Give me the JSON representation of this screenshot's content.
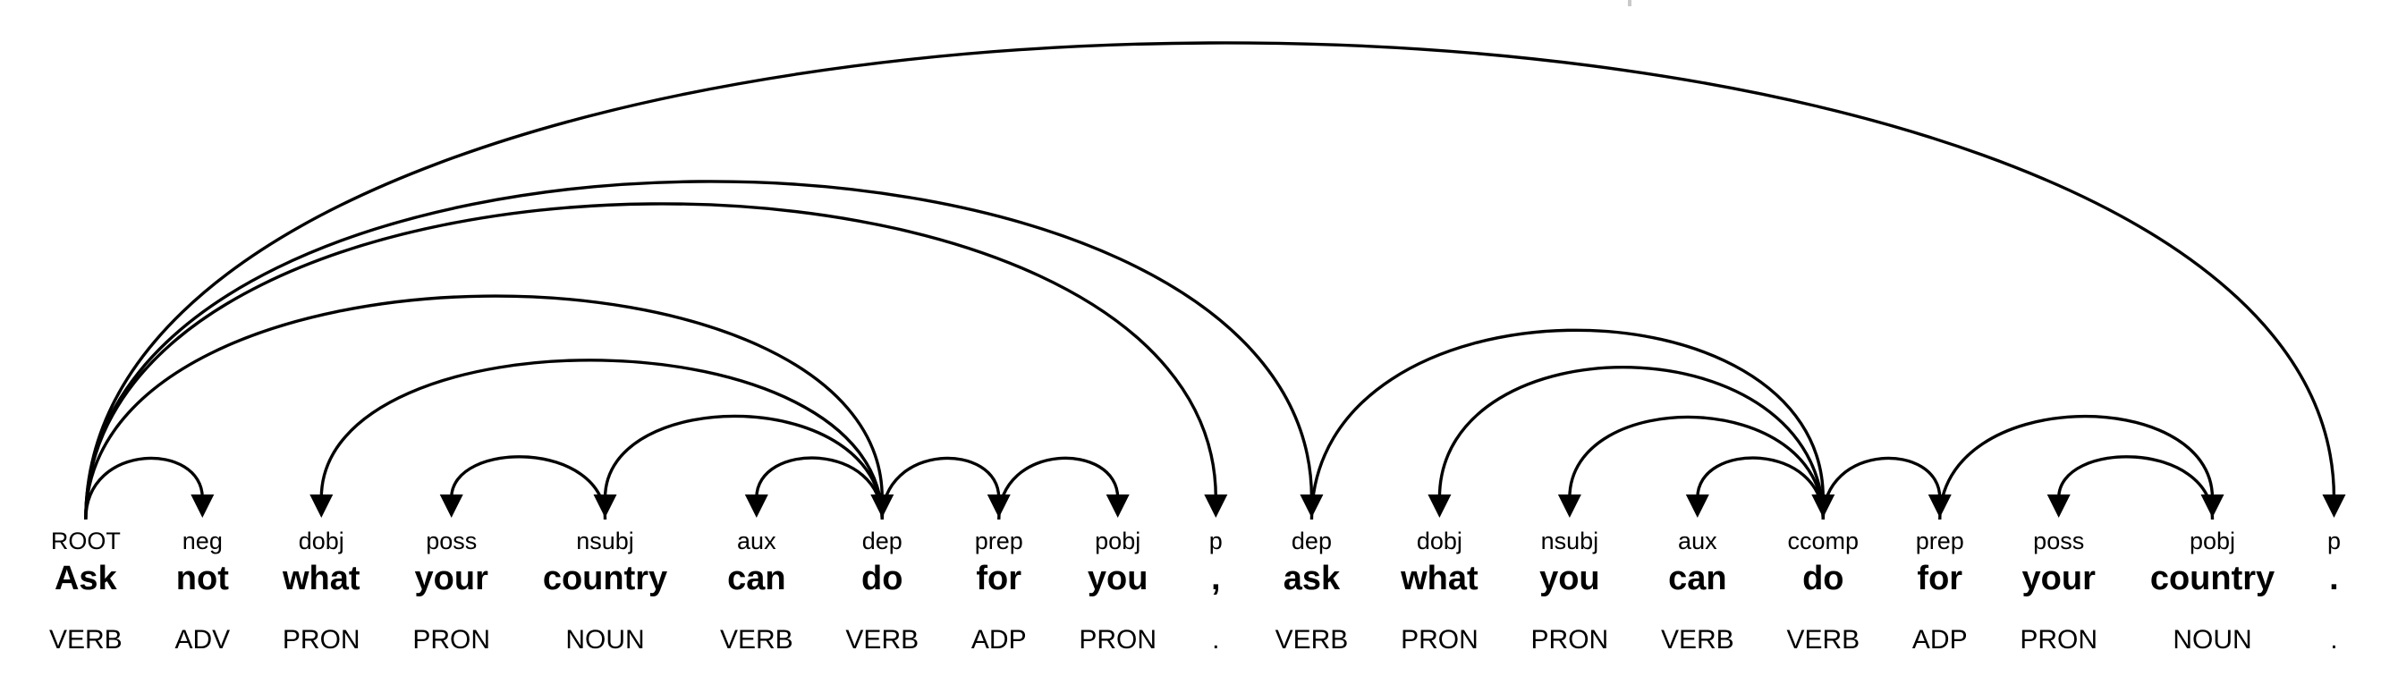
{
  "diagram": {
    "type": "dependency-parse",
    "colors": {
      "line": "#000000",
      "text": "#000000",
      "background": "#ffffff",
      "artifact_tick": "#c9c9c9"
    },
    "tokens": [
      {
        "word": "Ask",
        "label": "ROOT",
        "pos": "VERB"
      },
      {
        "word": "not",
        "label": "neg",
        "pos": "ADV"
      },
      {
        "word": "what",
        "label": "dobj",
        "pos": "PRON"
      },
      {
        "word": "your",
        "label": "poss",
        "pos": "PRON"
      },
      {
        "word": "country",
        "label": "nsubj",
        "pos": "NOUN"
      },
      {
        "word": "can",
        "label": "aux",
        "pos": "VERB"
      },
      {
        "word": "do",
        "label": "dep",
        "pos": "VERB"
      },
      {
        "word": "for",
        "label": "prep",
        "pos": "ADP"
      },
      {
        "word": "you",
        "label": "pobj",
        "pos": "PRON"
      },
      {
        "word": ",",
        "label": "p",
        "pos": "."
      },
      {
        "word": "ask",
        "label": "dep",
        "pos": "VERB"
      },
      {
        "word": "what",
        "label": "dobj",
        "pos": "PRON"
      },
      {
        "word": "you",
        "label": "nsubj",
        "pos": "PRON"
      },
      {
        "word": "can",
        "label": "aux",
        "pos": "VERB"
      },
      {
        "word": "do",
        "label": "ccomp",
        "pos": "VERB"
      },
      {
        "word": "for",
        "label": "prep",
        "pos": "ADP"
      },
      {
        "word": "your",
        "label": "poss",
        "pos": "PRON"
      },
      {
        "word": "country",
        "label": "pobj",
        "pos": "NOUN"
      },
      {
        "word": ".",
        "label": "p",
        "pos": "."
      }
    ],
    "arcs": [
      {
        "head": 0,
        "dep": 1,
        "label": "neg"
      },
      {
        "head": 6,
        "dep": 2,
        "label": "dobj"
      },
      {
        "head": 4,
        "dep": 3,
        "label": "poss"
      },
      {
        "head": 6,
        "dep": 4,
        "label": "nsubj"
      },
      {
        "head": 6,
        "dep": 5,
        "label": "aux"
      },
      {
        "head": 0,
        "dep": 6,
        "label": "dep"
      },
      {
        "head": 6,
        "dep": 7,
        "label": "prep"
      },
      {
        "head": 7,
        "dep": 8,
        "label": "pobj"
      },
      {
        "head": 0,
        "dep": 9,
        "label": "p"
      },
      {
        "head": 0,
        "dep": 10,
        "label": "dep"
      },
      {
        "head": 14,
        "dep": 11,
        "label": "dobj"
      },
      {
        "head": 14,
        "dep": 12,
        "label": "nsubj"
      },
      {
        "head": 14,
        "dep": 13,
        "label": "aux"
      },
      {
        "head": 10,
        "dep": 14,
        "label": "ccomp"
      },
      {
        "head": 14,
        "dep": 15,
        "label": "prep"
      },
      {
        "head": 17,
        "dep": 16,
        "label": "poss"
      },
      {
        "head": 15,
        "dep": 17,
        "label": "pobj"
      },
      {
        "head": 0,
        "dep": 18,
        "label": "p"
      }
    ]
  }
}
